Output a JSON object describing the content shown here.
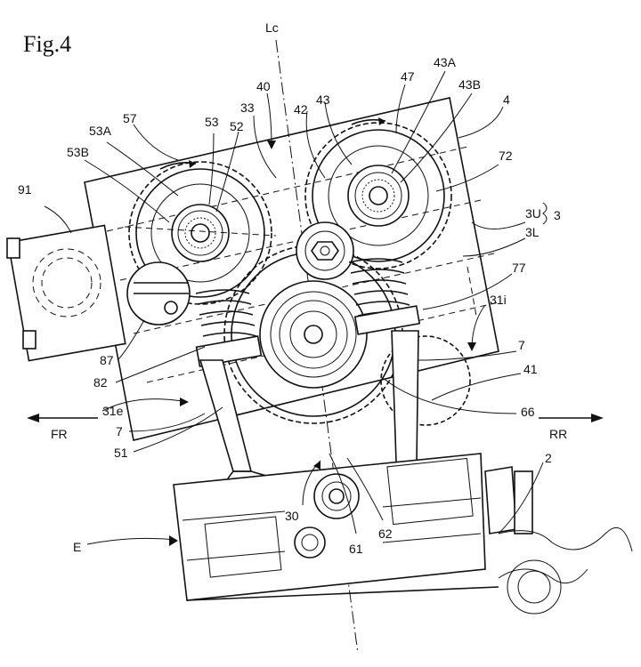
{
  "figure": {
    "title": "Fig.4",
    "labels": {
      "Lc": "Lc",
      "l40": "40",
      "l33": "33",
      "l42": "42",
      "l43": "43",
      "l47": "47",
      "l43A": "43A",
      "l43B": "43B",
      "l4": "4",
      "l72": "72",
      "l3U": "3U",
      "l3": "3",
      "l3L": "3L",
      "l77": "77",
      "l31i": "31i",
      "l7r": "7",
      "l41": "41",
      "l66": "66",
      "RR": "RR",
      "l2": "2",
      "l62": "62",
      "l61": "61",
      "l30": "30",
      "E": "E",
      "l51": "51",
      "l7l": "7",
      "FR": "FR",
      "l31e": "31e",
      "l82": "82",
      "l87": "87",
      "l91": "91",
      "l53B": "53B",
      "l53A": "53A",
      "l57": "57",
      "l53": "53",
      "l52": "52"
    }
  }
}
